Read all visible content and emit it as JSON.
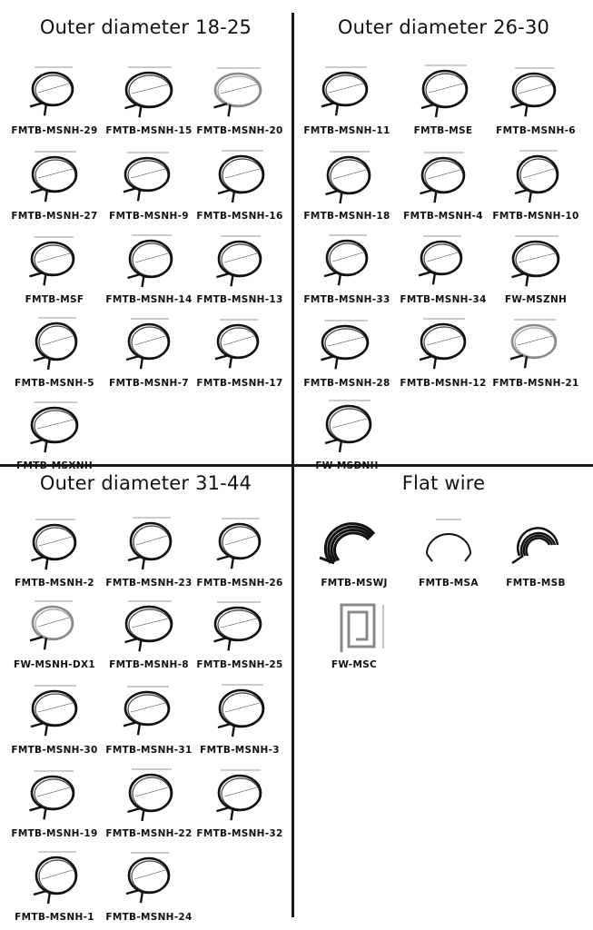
{
  "sections": [
    {
      "title": "Outer diameter 18-25",
      "items": [
        "FMTB-MSNH-29",
        "FMTB-MSNH-15",
        "FMTB-MSNH-20",
        "FMTB-MSNH-27",
        "FMTB-MSNH-9",
        "FMTB-MSNH-16",
        "FMTB-MSF",
        "FMTB-MSNH-14",
        "FMTB-MSNH-13",
        "FMTB-MSNH-5",
        "FMTB-MSNH-7",
        "FMTB-MSNH-17",
        "FMTB-MSXNH"
      ]
    },
    {
      "title": "Outer diameter 26-30",
      "items": [
        "FMTB-MSNH-11",
        "FMTB-MSE",
        "FMTB-MSNH-6",
        "FMTB-MSNH-18",
        "FMTB-MSNH-4",
        "FMTB-MSNH-10",
        "FMTB-MSNH-33",
        "FMTB-MSNH-34",
        "FW-MSZNH",
        "FMTB-MSNH-28",
        "FMTB-MSNH-12",
        "FMTB-MSNH-21",
        "FW-MSDNH"
      ]
    },
    {
      "title": "Outer diameter 31-44",
      "items": [
        "FMTB-MSNH-2",
        "FMTB-MSNH-23",
        "FMTB-MSNH-26",
        "FW-MSNH-DX1",
        "FMTB-MSNH-8",
        "FMTB-MSNH-25",
        "FMTB-MSNH-30",
        "FMTB-MSNH-31",
        "FMTB-MSNH-3",
        "FMTB-MSNH-19",
        "FMTB-MSNH-22",
        "FMTB-MSNH-32",
        "FMTB-MSNH-1",
        "FMTB-MSNH-24"
      ]
    },
    {
      "title": "Flat wire",
      "items": [
        "FMTB-MSWJ",
        "FMTB-MSA",
        "FMTB-MSB",
        "FW-MSC"
      ]
    }
  ]
}
